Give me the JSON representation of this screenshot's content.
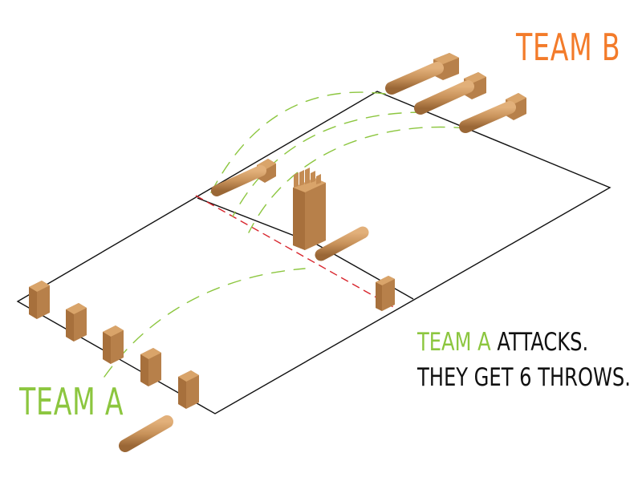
{
  "labels": {
    "team_b": "TEAM B",
    "team_a": "TEAM A"
  },
  "caption": {
    "line1_highlight": "TEAM A",
    "line1_rest": " ATTACKS.",
    "line2": "THEY GET 6 THROWS."
  },
  "colors": {
    "team_a": "#8cc63f",
    "team_b": "#f37b2a",
    "wood_top": "#d9a46a",
    "wood_side": "#b7804a",
    "wood_dark": "#8a5a2e",
    "midline": "#d8262e",
    "field_line": "#111111"
  }
}
